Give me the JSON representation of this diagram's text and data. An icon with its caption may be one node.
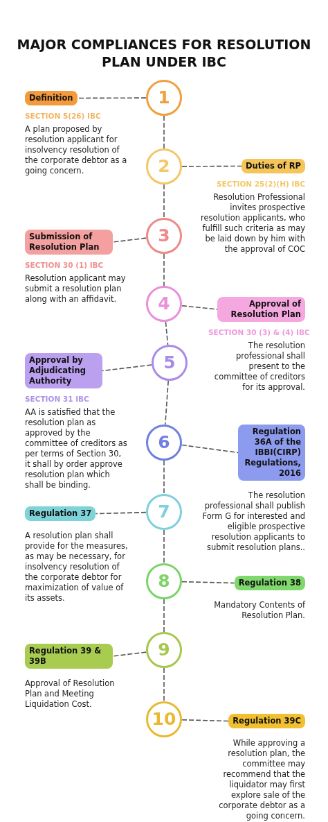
{
  "diagram": {
    "title": "MAJOR COMPLIANCES FOR RESOLUTION PLAN UNDER IBC",
    "nodes": [
      {
        "text": [
          "1"
        ]
      },
      {
        "text": [
          "Definition"
        ],
        "beside": [
          "SECTION 5(26) IBC",
          "A plan proposed by resolution applicant for insolvency resolution of the corporate debtor as a going concern."
        ]
      },
      {
        "text": [
          "2"
        ]
      },
      {
        "text": [
          "Duties of RP"
        ],
        "beside": [
          "SECTION 25(2)(H) IBC",
          "Resolution Professional invites prospective resolution applicants, who fulfill such criteria as may be laid down by him with the approval of COC"
        ]
      },
      {
        "text": [
          "3"
        ]
      },
      {
        "text": [
          "Submission of Resolution Plan"
        ],
        "beside": [
          "SECTION 30 (1) IBC",
          "Resolution applicant may submit a resolution plan along with an affidavit."
        ]
      },
      {
        "text": [
          "4"
        ]
      },
      {
        "text": [
          "Approval of Resolution Plan"
        ],
        "beside": [
          "SECTION 30 (3) & (4) IBC",
          "The resolution professional shall present to the committee of creditors for its approval."
        ]
      },
      {
        "text": [
          "5"
        ]
      },
      {
        "text": [
          "Approval by Adjudicating Authority"
        ],
        "beside": [
          "SECTION 31 IBC",
          "AA is satisfied that the resolution plan as approved by the committee of creditors as per terms of Section 30, it shall by order approve resolution plan which shall be binding."
        ]
      },
      {
        "text": [
          "6"
        ]
      },
      {
        "text": [
          "Regulation 36A of the IBBI(CIRP) Regulations, 2016"
        ],
        "beside": [
          "The resolution professional shall publish Form G for interested and eligible prospective resolution applicants to submit resolution plans.."
        ]
      },
      {
        "text": [
          "7"
        ]
      },
      {
        "text": [
          "Regulation 37"
        ],
        "beside": [
          "A resolution plan shall provide for the measures, as may be necessary, for insolvency resolution of the corporate debtor for maximization of value of its assets."
        ]
      },
      {
        "text": [
          "8"
        ]
      },
      {
        "text": [
          "Regulation 38"
        ],
        "beside": [
          "Mandatory Contents of Resolution Plan."
        ]
      },
      {
        "text": [
          "9"
        ]
      },
      {
        "text": [
          "Regulation 39 & 39B"
        ],
        "beside": [
          "Approval of Resolution Plan and Meeting Liquidation Cost."
        ]
      },
      {
        "text": [
          "10"
        ]
      },
      {
        "text": [
          "Regulation 39C"
        ],
        "beside": [
          "While approving a resolution plan, the committee may recommend that the liquidator may first explore sale of the corporate debtor as a going concern."
        ]
      }
    ],
    "edges": [
      {
        "from": 0,
        "to": 1,
        "arrow": "none",
        "style": "dashed"
      },
      {
        "from": 0,
        "to": 2,
        "arrow": "none",
        "style": "dashed"
      },
      {
        "from": 2,
        "to": 3,
        "arrow": "none",
        "style": "dashed"
      },
      {
        "from": 2,
        "to": 4,
        "arrow": "none",
        "style": "dashed"
      },
      {
        "from": 4,
        "to": 5,
        "arrow": "none",
        "style": "dashed"
      },
      {
        "from": 4,
        "to": 6,
        "arrow": "none",
        "style": "dashed"
      },
      {
        "from": 6,
        "to": 7,
        "arrow": "none",
        "style": "dashed"
      },
      {
        "from": 6,
        "to": 8,
        "arrow": "none",
        "style": "dashed"
      },
      {
        "from": 8,
        "to": 9,
        "arrow": "none",
        "style": "dashed"
      },
      {
        "from": 8,
        "to": 10,
        "arrow": "none",
        "style": "dashed"
      },
      {
        "from": 10,
        "to": 11,
        "arrow": "none",
        "style": "dashed"
      },
      {
        "from": 10,
        "to": 12,
        "arrow": "none",
        "style": "dashed"
      },
      {
        "from": 12,
        "to": 13,
        "arrow": "none",
        "style": "dashed"
      },
      {
        "from": 12,
        "to": 14,
        "arrow": "none",
        "style": "dashed"
      },
      {
        "from": 14,
        "to": 15,
        "arrow": "none",
        "style": "dashed"
      },
      {
        "from": 14,
        "to": 16,
        "arrow": "none",
        "style": "dashed"
      },
      {
        "from": 16,
        "to": 17,
        "arrow": "none",
        "style": "dashed"
      },
      {
        "from": 16,
        "to": 18,
        "arrow": "none",
        "style": "dashed"
      },
      {
        "from": 18,
        "to": 19,
        "arrow": "none",
        "style": "dashed"
      }
    ]
  }
}
